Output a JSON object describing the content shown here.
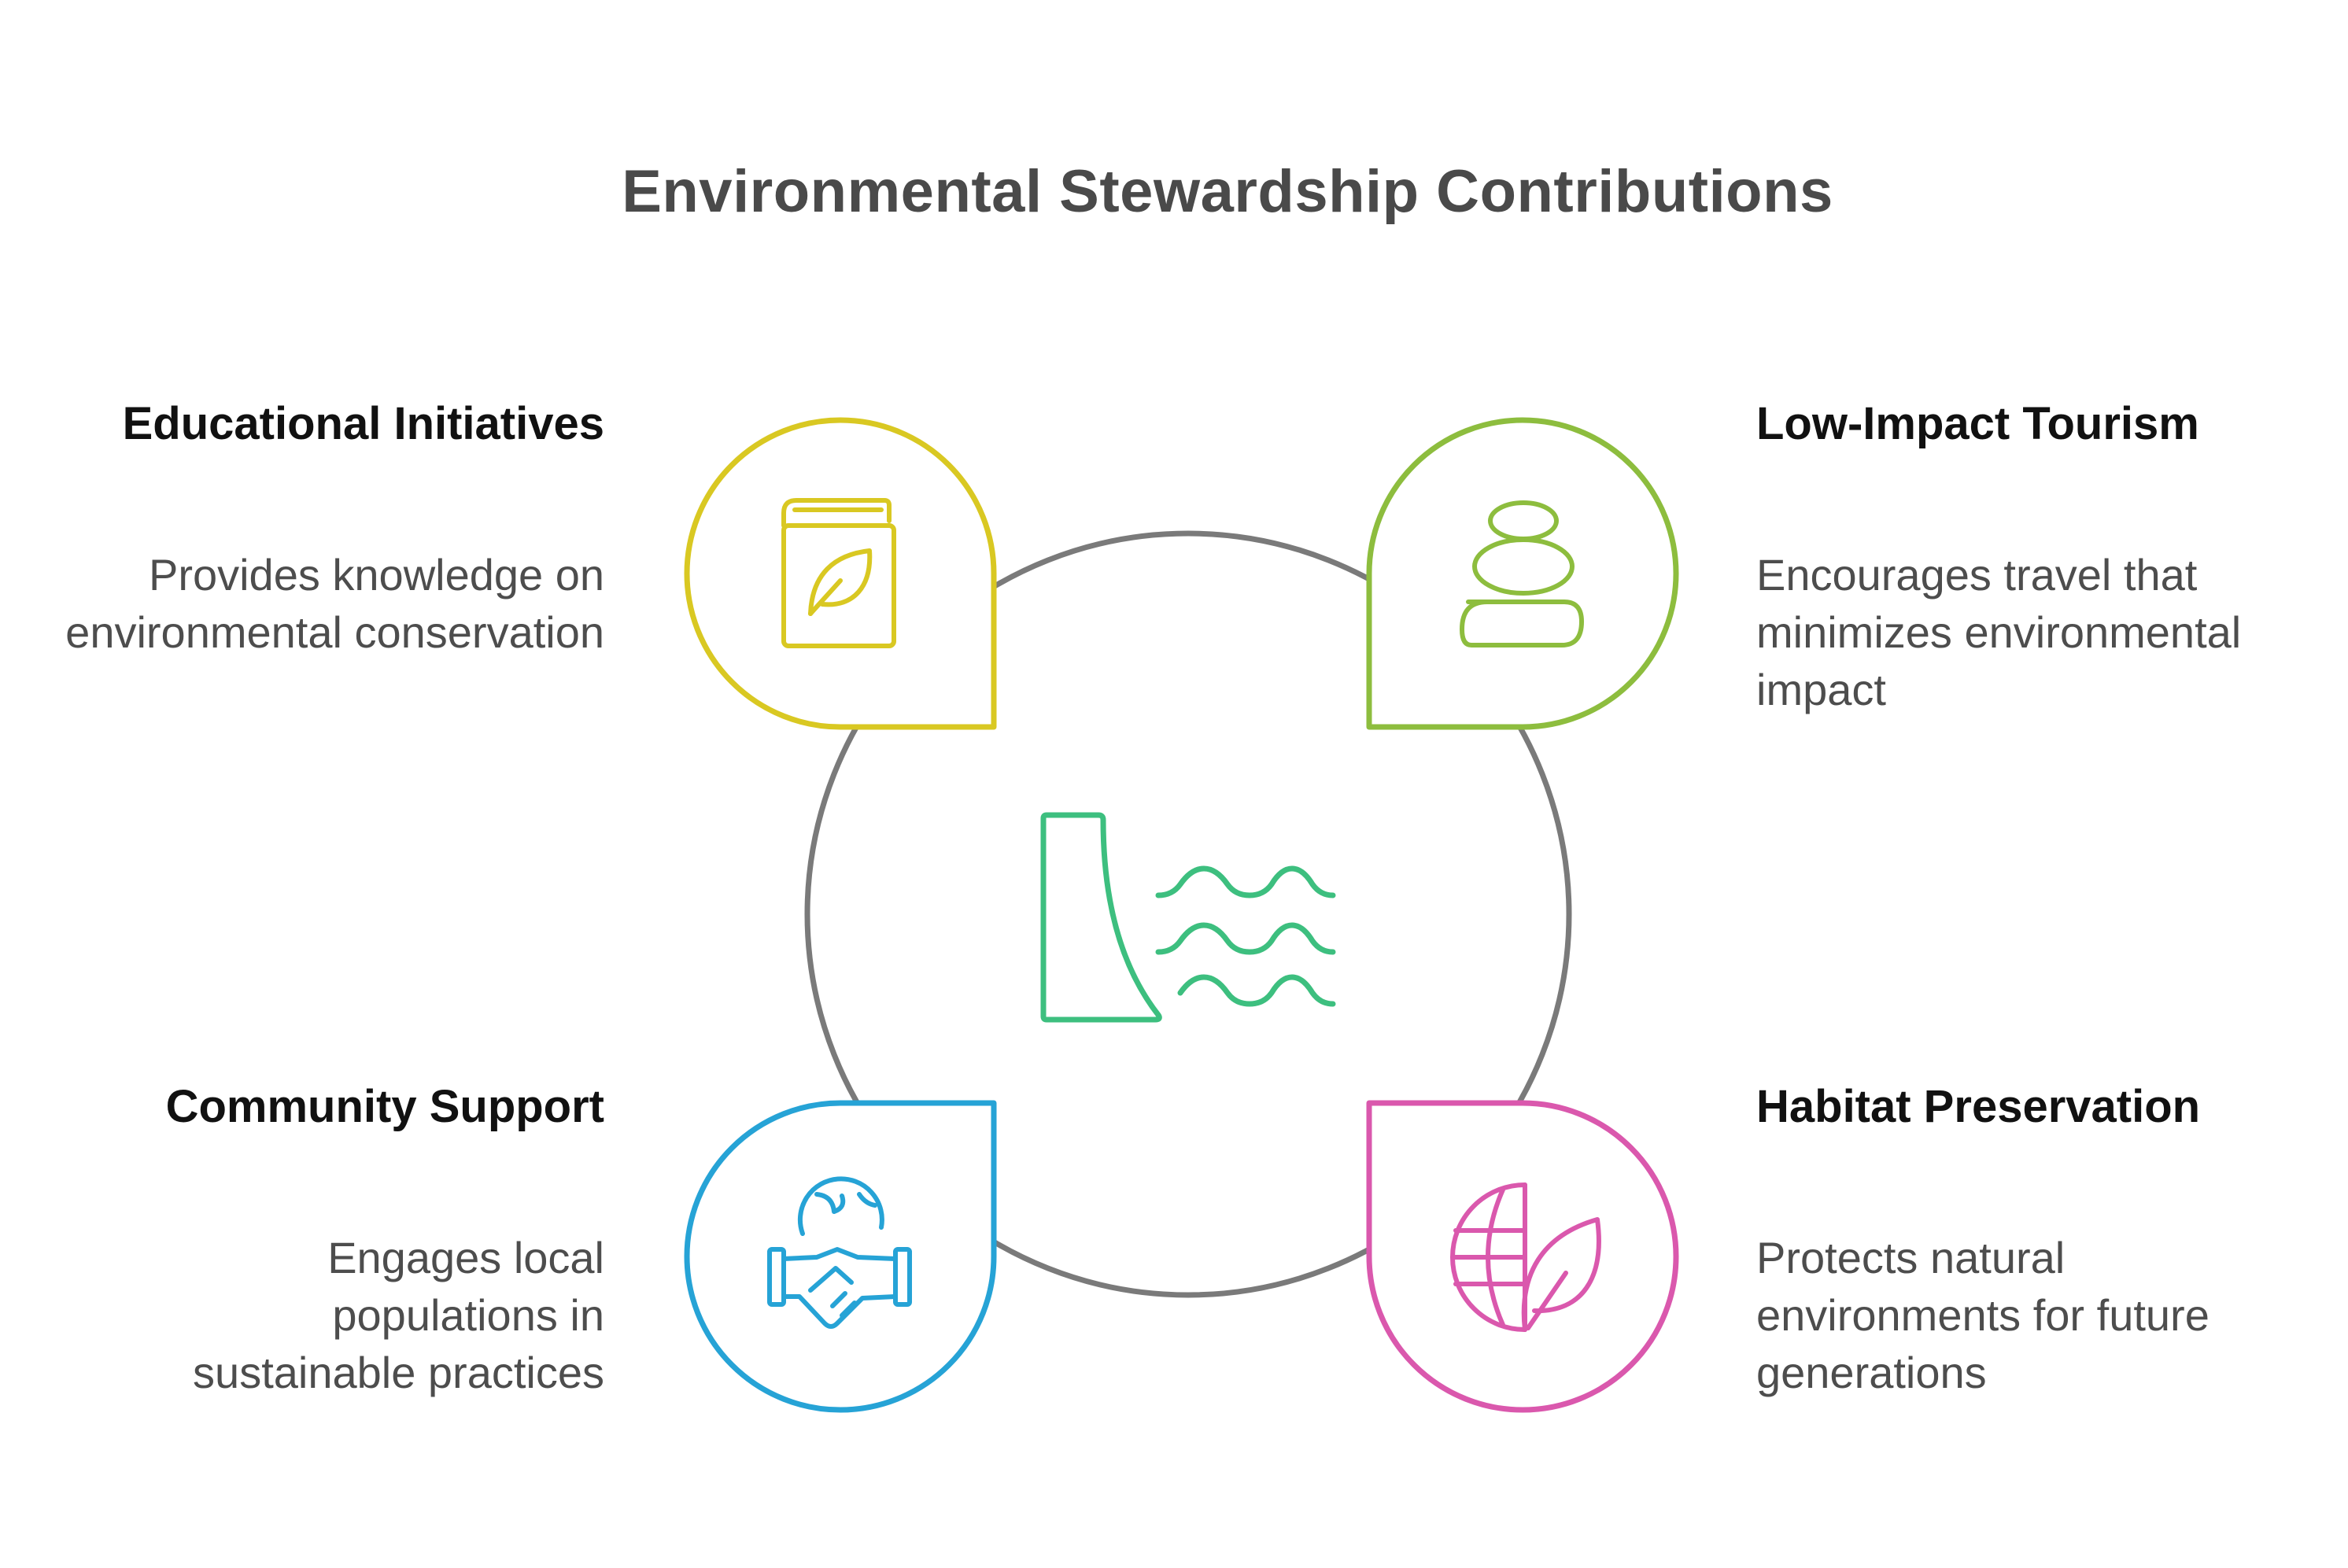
{
  "title": "Environmental Stewardship Contributions",
  "center": {
    "icon": "dam-water-icon",
    "color": "#3dbf7f",
    "ring_color": "#7a7a7a"
  },
  "items": [
    {
      "heading": "Educational Initiatives",
      "description": "Provides knowledge on environmental conservation",
      "icon": "book-leaf-icon",
      "color": "#d9c822"
    },
    {
      "heading": "Low-Impact Tourism",
      "description": "Encourages travel that minimizes environmental impact",
      "icon": "stacked-stones-icon",
      "color": "#8dbd3e"
    },
    {
      "heading": "Community Support",
      "description": "Engages local populations in sustainable practices",
      "icon": "globe-handshake-icon",
      "color": "#26a3d6"
    },
    {
      "heading": "Habitat Preservation",
      "description": "Protects natural environments for future generations",
      "icon": "globe-leaf-icon",
      "color": "#da58ad"
    }
  ]
}
